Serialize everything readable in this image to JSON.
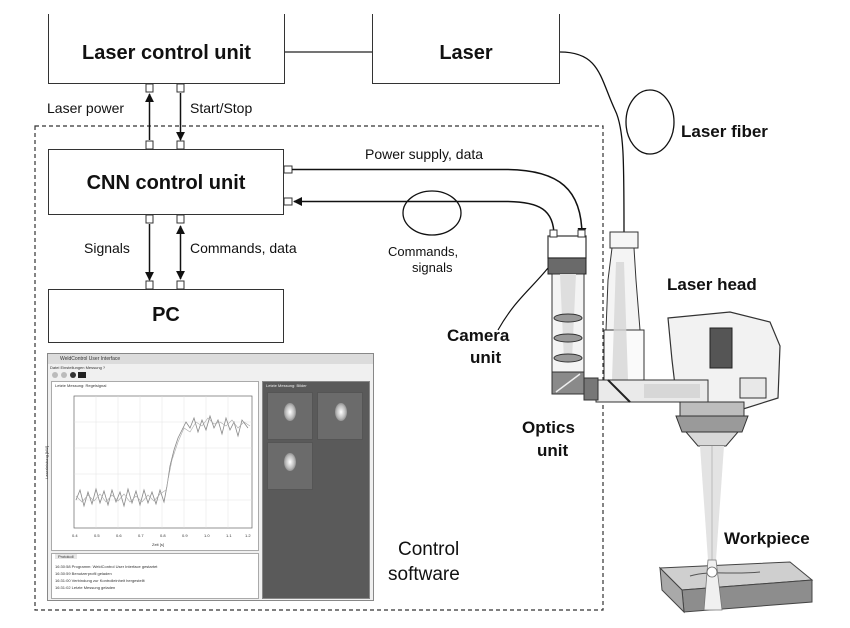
{
  "boxes": {
    "laser_control_unit": "Laser control unit",
    "laser": "Laser",
    "cnn_control_unit": "CNN control unit",
    "pc": "PC"
  },
  "connections": {
    "laser_power": "Laser power",
    "start_stop": "Start/Stop",
    "signals": "Signals",
    "commands_data": "Commands, data",
    "power_supply_data": "Power supply, data",
    "commands_signals_line1": "Commands,",
    "commands_signals_line2": "signals"
  },
  "components": {
    "laser_fiber": "Laser fiber",
    "laser_head": "Laser head",
    "camera_unit_line1": "Camera",
    "camera_unit_line2": "unit",
    "optics_unit_line1": "Optics",
    "optics_unit_line2": "unit",
    "workpiece": "Workpiece",
    "control_software_line1": "Control",
    "control_software_line2": "software"
  },
  "software": {
    "window_title": "WeldControl User Interface",
    "menu": "Datei   Einstellungen   Messung   ?",
    "plot_panel_title": "Letzte Messung: Regelsignal",
    "image_panel_title": "Letzte Messung: Bilder",
    "ylabel": "Laserleistung [kW]",
    "xlabel": "Zeit [s]",
    "x_ticks": [
      "0.4",
      "0.5",
      "0.6",
      "0.7",
      "0.8",
      "0.9",
      "1.0",
      "1.1",
      "1.2"
    ],
    "log_tab": "Protokoll",
    "log_lines": [
      "16:30:58 Programm: WeldControl User Interface gestartet",
      "16:30:59 Benutzerprofil geladen",
      "16:31:00 Verbindung zur Kontrolleinheit hergestellt",
      "16:31:02 Letzte Messung geladen"
    ]
  }
}
